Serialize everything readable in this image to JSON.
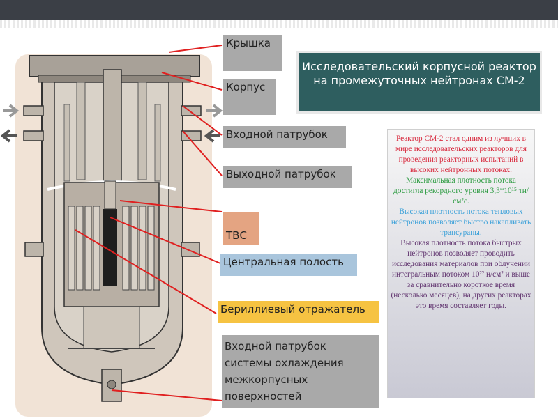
{
  "labels": {
    "lid": "Крышка",
    "vessel": "Корпус",
    "inlet": "Входной патрубок",
    "outlet": "Выходной патрубок",
    "fuel": "ТВС",
    "central": "Центральная полость",
    "beryllium": "Бериллиевый отражатель",
    "cooling": "Входной патрубок системы охлаждения межкорпусных поверхностей"
  },
  "title": "Исследовательский корпусной реактор на промежуточных нейтронах СМ-2",
  "info": {
    "p1": "Реактор СМ-2 стал одним из лучших в мире исследовательских реакторов для проведения реакторных испытаний в высоких нейтронных потоках.",
    "p2": "Максимальная плотность потока достигла рекордного уровня 3,3*10¹⁵ тн/см²с.",
    "p3": "Высокая плотность потока тепловых нейтронов позволяет быстро накапливать трансураны.",
    "p4": "Высокая плотность потока быстрых нейтронов позволяет проводить исследования материалов при облучении интегральным потоком 10²² н/см² и выше за сравнительно короткое время (несколько месяцев), на других реакторах это время составляет годы."
  }
}
